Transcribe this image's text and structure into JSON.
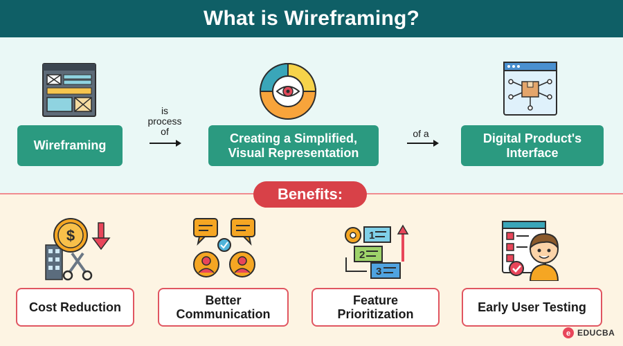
{
  "header": {
    "title": "What is Wireframing?"
  },
  "definition": {
    "term": "Wireframing",
    "connector_1": [
      "is",
      "process",
      "of"
    ],
    "description": [
      "Creating a Simplified,",
      "Visual Representation"
    ],
    "connector_2": "of a",
    "object": [
      "Digital Product's",
      "Interface"
    ]
  },
  "benefits": {
    "label": "Benefits:",
    "items": [
      {
        "lines": [
          "Cost Reduction"
        ],
        "icon": "cost-reduction-icon"
      },
      {
        "lines": [
          "Better",
          "Communication"
        ],
        "icon": "communication-icon"
      },
      {
        "lines": [
          "Feature",
          "Prioritization"
        ],
        "icon": "prioritization-icon"
      },
      {
        "lines": [
          "Early User Testing"
        ],
        "icon": "user-testing-icon"
      }
    ]
  },
  "brand": {
    "name": "EDUCBA"
  },
  "colors": {
    "header": "#0f5f66",
    "green": "#2b9a80",
    "red": "#d84148",
    "top_bg": "#eaf8f6",
    "bottom_bg": "#fdf4e3"
  }
}
